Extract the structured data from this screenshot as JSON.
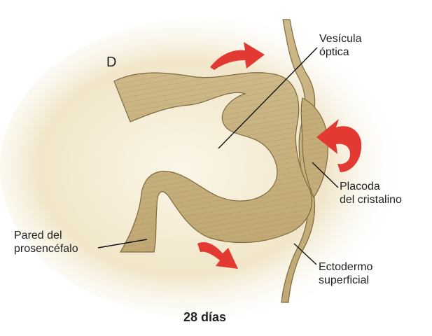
{
  "figure": {
    "corner_letter": "D",
    "labels": {
      "vesicula_optica": [
        "Vesícula",
        "óptica"
      ],
      "placoda_cristalino": [
        "Placoda",
        "del cristalino"
      ],
      "pared_prosencefalo": [
        "Pared del",
        "prosencéfalo"
      ],
      "ectodermo_superficial": [
        "Ectodermo",
        "superficial"
      ]
    },
    "caption": "28 días"
  },
  "colors": {
    "background_glow": "#f3e9cf",
    "tissue_fill": "#c9b485",
    "tissue_stroke": "#7d6a3e",
    "arrow_red": "#e23a32",
    "leader_line": "#111111"
  }
}
